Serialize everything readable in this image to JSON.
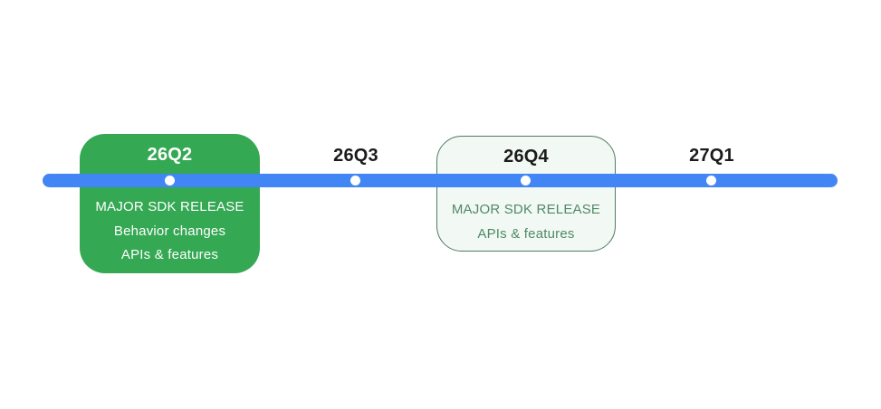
{
  "timeline": {
    "bar_color": "#4285F4",
    "dot_color": "#FFFFFF",
    "milestones": [
      {
        "label": "26Q2",
        "type": "major-filled",
        "details": [
          "MAJOR SDK RELEASE",
          "Behavior changes",
          "APIs & features"
        ]
      },
      {
        "label": "26Q3",
        "type": "plain",
        "details": []
      },
      {
        "label": "26Q4",
        "type": "major-outlined",
        "details": [
          "MAJOR SDK RELEASE",
          "APIs & features"
        ]
      },
      {
        "label": "27Q1",
        "type": "plain",
        "details": []
      }
    ],
    "colors": {
      "filled_card_bg": "#34A853",
      "filled_card_text": "#FFFFFF",
      "outlined_card_bg": "#F2F8F3",
      "outlined_card_border": "#527A66",
      "outlined_card_text": "#4F8A68",
      "plain_label_text": "#1B1B1B"
    }
  }
}
